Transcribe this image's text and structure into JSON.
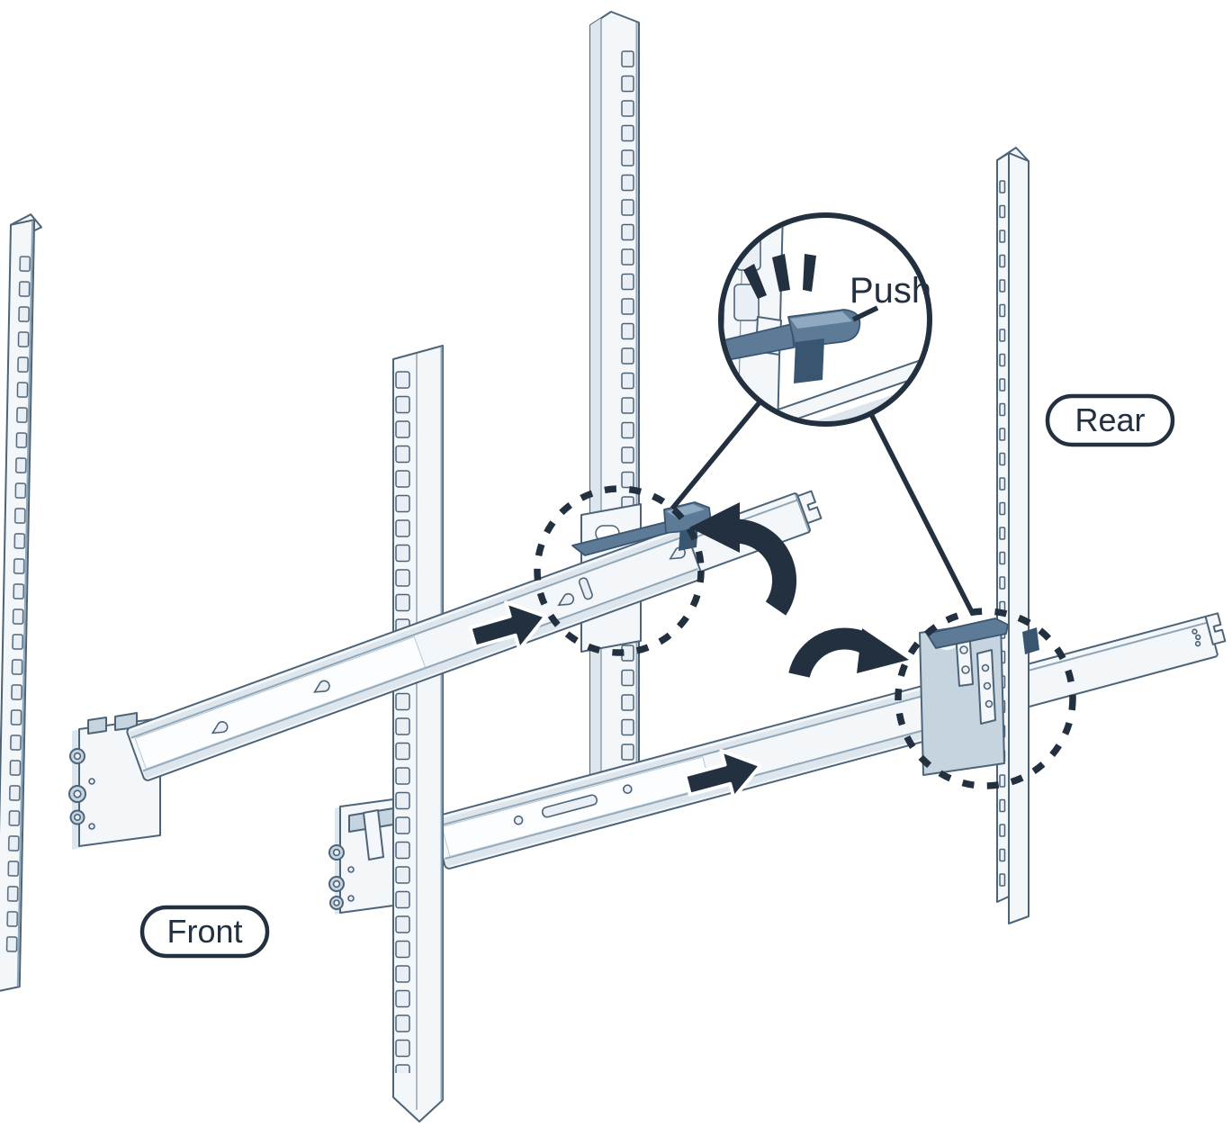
{
  "diagram": {
    "type": "rack-rail-installation-step",
    "labels": {
      "front": "Front",
      "rear": "Rear",
      "push": "Push"
    },
    "colors": {
      "background": "#ffffff",
      "ink": "#22303f",
      "outline": "#4d6478",
      "part_fill": "#f4f7fa",
      "part_bright": "#fbfdfe",
      "part_shade": "#dde6ed",
      "accent_line": "#8fa6b8",
      "hole_fill": "#e9eff5",
      "steel_light": "#c6d4e0",
      "steel": "#5d7b97",
      "steel_highlight": "#8ea9c0",
      "steel_dark": "#3a556f"
    },
    "icons": {
      "slide-direction-arrow": "solid black arrow pointing right along rail",
      "rotate-latch-arrow-ccw": "curved black arrow rotating counterclockwise",
      "rotate-latch-arrow-cw": "curved black arrow rotating clockwise",
      "impact-lines-icon": "three emphasis strokes above latch",
      "detail-circle": "dashed highlight circle",
      "magnifier-callout": "enlarged latch detail circle"
    }
  }
}
